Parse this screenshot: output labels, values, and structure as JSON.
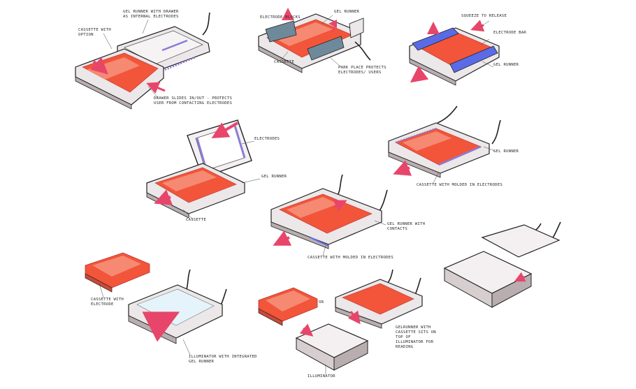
{
  "labels": {
    "s1_gel_runner": "GEL RUNNER WITH DRAWER AS INTERNAL ELECTRODES",
    "s1_cassette": "CASSETTE WITH OPTION",
    "s1_drawer": "DRAWER SLIDES IN/OUT - PROTECTS USER FROM CONTACTING ELECTRODES",
    "s2_electrode_blocks": "ELECTRODE BLOCKS",
    "s2_gel_runner": "GEL RUNNER",
    "s2_cassette": "CASSETTE",
    "s2_park_place": "PARK PLACE PROTECTS ELECTRODES/ USERS",
    "s3_squeeze": "SQUEEZE TO RELEASE",
    "s3_electrode_bar": "ELECTRODE BAR",
    "s3_gel_runner": "GEL RUNNER",
    "s4_electrodes": "ELECTRODES",
    "s4_gel_runner": "GEL RUNNER",
    "s4_cassette": "CASSETTE",
    "s5_gel_runner": "GEL RUNNER",
    "s5_cassette": "CASSETTE WITH MOLDED IN ELECTRODES",
    "s6_gel_runner": "GEL RUNNER WITH CONTACTS",
    "s6_cassette": "CASSETTE WITH MOLDED IN ELECTRODES",
    "s7_cassette": "CASSETTE WITH ELECTRODE",
    "s7_illuminator": "ILLUMINATOR WITH INTEGRATED GEL RUNNER",
    "s8_or": "OR",
    "s8_gelrunner": "GELRUNNER WITH CASSETTE SITS ON TOP OF ILLUMINATOR FOR READING",
    "s8_illuminator": "ILLUMINATOR"
  },
  "colors": {
    "gel": "#f2553a",
    "gel_light": "#f8a08a",
    "electrode_blue": "#5a6be8",
    "electrode_purple": "#8a7bd8",
    "arrow_pink": "#e8456a",
    "housing": "#ece7e8",
    "housing_shadow": "#b8aeb0",
    "steel": "#6e8a9a",
    "ink": "#222222"
  }
}
